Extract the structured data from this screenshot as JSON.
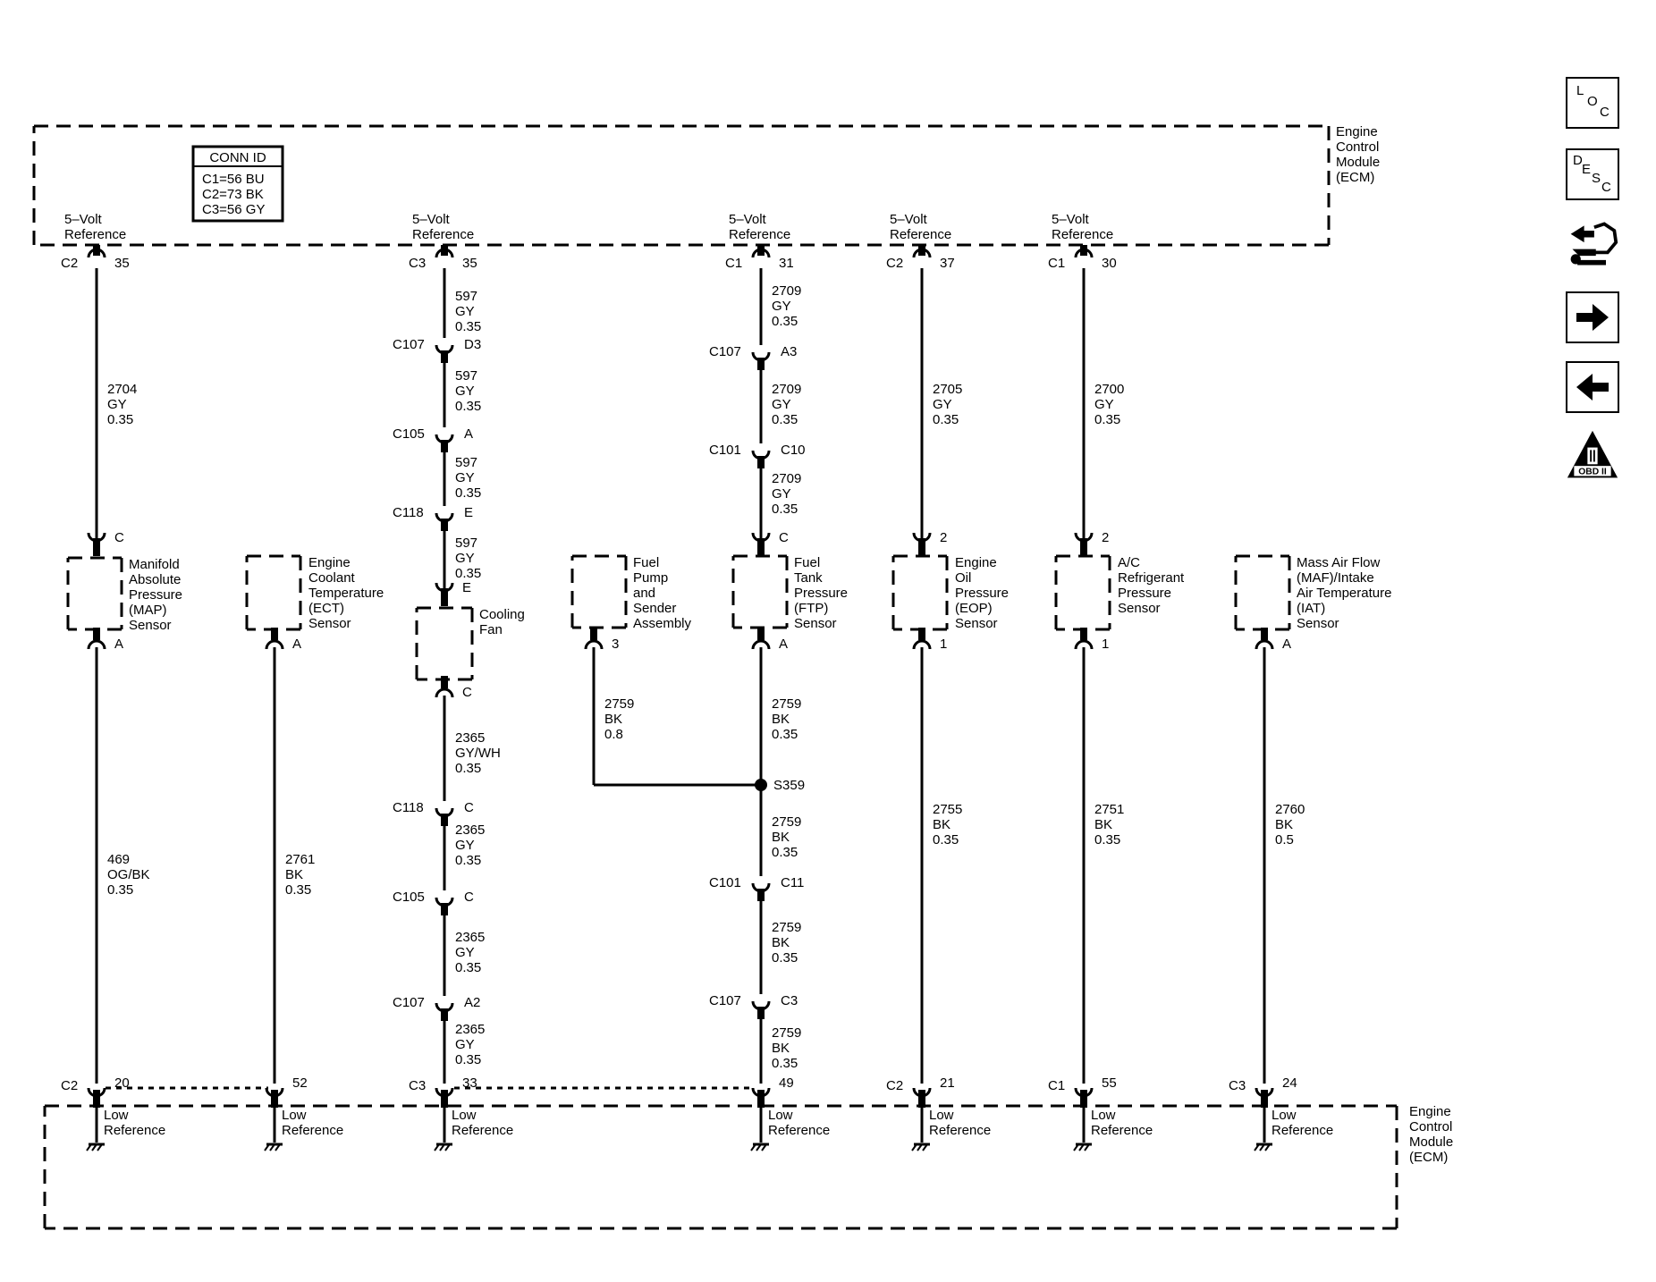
{
  "conn_id": {
    "title": "CONN ID",
    "lines": [
      "C1=56 BU",
      "C2=73 BK",
      "C3=56 GY"
    ]
  },
  "ecm_top": [
    "Engine",
    "Control",
    "Module",
    "(ECM)"
  ],
  "ecm_bottom": [
    "Engine",
    "Control",
    "Module",
    "(ECM)"
  ],
  "ref_top": [
    "5–Volt",
    "Reference"
  ],
  "ref_bottom": [
    "Low",
    "Reference"
  ],
  "sidebar": {
    "loc": {
      "l1": "L",
      "l2": "O",
      "l3": "C"
    },
    "desc": {
      "l1": "D",
      "l2": "E",
      "l3": "S",
      "l4": "C"
    },
    "obd": "OBD II"
  },
  "circuits": [
    {
      "id": "map",
      "top_conn": "C2",
      "top_pin": "35",
      "wire_top": [
        [
          "2704",
          "GY",
          "0.35"
        ]
      ],
      "inline_top": [],
      "sensor_top_pin": "C",
      "sensor": [
        "Manifold",
        "Absolute",
        "Pressure",
        "(MAP)",
        "Sensor"
      ],
      "sensor_bottom_pin": "A",
      "wire_bottom": [
        [
          "469",
          "OG/BK",
          "0.35"
        ]
      ],
      "inline_bottom": [],
      "bot_conn": "C2",
      "bot_pin": "20"
    },
    {
      "id": "ect",
      "sensor": [
        "Engine",
        "Coolant",
        "Temperature",
        "(ECT)",
        "Sensor"
      ],
      "sensor_bottom_pin": "A",
      "wire_bottom": [
        [
          "2761",
          "BK",
          "0.35"
        ]
      ],
      "bot_pin": "52"
    },
    {
      "id": "fan",
      "top_conn": "C3",
      "top_pin": "35",
      "wire_top": [
        [
          "597",
          "GY",
          "0.35"
        ],
        [
          "597",
          "GY",
          "0.35"
        ],
        [
          "597",
          "GY",
          "0.35"
        ],
        [
          "597",
          "GY",
          "0.35"
        ]
      ],
      "inline_top": [
        [
          "C107",
          "D3"
        ],
        [
          "C105",
          "A"
        ],
        [
          "C118",
          "E"
        ]
      ],
      "sensor_top_pin": "E",
      "sensor": [
        "Cooling",
        "Fan"
      ],
      "sensor_bottom_pin": "C",
      "wire_bottom": [
        [
          "2365",
          "GY/WH",
          "0.35"
        ],
        [
          "2365",
          "GY",
          "0.35"
        ],
        [
          "2365",
          "GY",
          "0.35"
        ],
        [
          "2365",
          "GY",
          "0.35"
        ]
      ],
      "inline_bottom": [
        [
          "C118",
          "C"
        ],
        [
          "C105",
          "C"
        ],
        [
          "C107",
          "A2"
        ]
      ],
      "bot_conn": "C3",
      "bot_pin": "33"
    },
    {
      "id": "fuel-pump",
      "sensor": [
        "Fuel",
        "Pump",
        "and",
        "Sender",
        "Assembly"
      ],
      "sensor_bottom_pin": "3",
      "wire_bottom": [
        [
          "2759",
          "BK",
          "0.8"
        ]
      ]
    },
    {
      "id": "ftp",
      "top_conn": "C1",
      "top_pin": "31",
      "wire_top": [
        [
          "2709",
          "GY",
          "0.35"
        ],
        [
          "2709",
          "GY",
          "0.35"
        ],
        [
          "2709",
          "GY",
          "0.35"
        ]
      ],
      "inline_top": [
        [
          "C107",
          "A3"
        ],
        [
          "C101",
          "C10"
        ]
      ],
      "sensor_top_pin": "C",
      "sensor": [
        "Fuel",
        "Tank",
        "Pressure",
        "(FTP)",
        "Sensor"
      ],
      "sensor_bottom_pin": "A",
      "wire_bottom": [
        [
          "2759",
          "BK",
          "0.35"
        ],
        [
          "2759",
          "BK",
          "0.35"
        ],
        [
          "2759",
          "BK",
          "0.35"
        ],
        [
          "2759",
          "BK",
          "0.35"
        ]
      ],
      "splice": "S359",
      "inline_bottom": [
        [
          "C101",
          "C11"
        ],
        [
          "C107",
          "C3"
        ]
      ],
      "bot_pin": "49"
    },
    {
      "id": "eop",
      "top_conn": "C2",
      "top_pin": "37",
      "wire_top": [
        [
          "2705",
          "GY",
          "0.35"
        ]
      ],
      "sensor_top_pin": "2",
      "sensor": [
        "Engine",
        "Oil",
        "Pressure",
        "(EOP)",
        "Sensor"
      ],
      "sensor_bottom_pin": "1",
      "wire_bottom": [
        [
          "2755",
          "BK",
          "0.35"
        ]
      ],
      "bot_conn": "C2",
      "bot_pin": "21"
    },
    {
      "id": "ac",
      "top_conn": "C1",
      "top_pin": "30",
      "wire_top": [
        [
          "2700",
          "GY",
          "0.35"
        ]
      ],
      "sensor_top_pin": "2",
      "sensor": [
        "A/C",
        "Refrigerant",
        "Pressure",
        "Sensor"
      ],
      "sensor_bottom_pin": "1",
      "wire_bottom": [
        [
          "2751",
          "BK",
          "0.35"
        ]
      ],
      "bot_conn": "C1",
      "bot_pin": "55"
    },
    {
      "id": "maf",
      "sensor": [
        "Mass Air Flow",
        "(MAF)/Intake",
        "Air Temperature",
        "(IAT)",
        "Sensor"
      ],
      "sensor_bottom_pin": "A",
      "wire_bottom": [
        [
          "2760",
          "BK",
          "0.5"
        ]
      ],
      "bot_conn": "C3",
      "bot_pin": "24"
    }
  ]
}
